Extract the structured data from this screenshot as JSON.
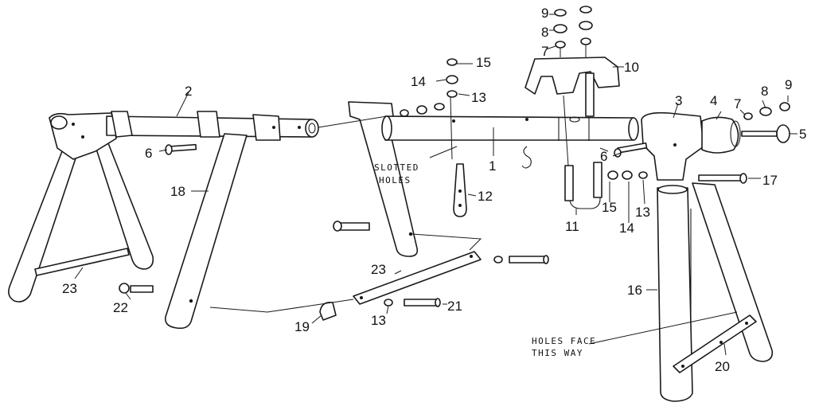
{
  "diagram": {
    "part_labels": {
      "p1": "1",
      "p2": "2",
      "p3": "3",
      "p4": "4",
      "p5": "5",
      "p6a": "6",
      "p6b": "6",
      "p7a": "7",
      "p7b": "7",
      "p8a": "8",
      "p8b": "8",
      "p9a": "9",
      "p9b": "9",
      "p10": "10",
      "p11": "11",
      "p12": "12",
      "p13a": "13",
      "p13b": "13",
      "p13c": "13",
      "p14a": "14",
      "p14b": "14",
      "p15a": "15",
      "p15b": "15",
      "p16": "16",
      "p17": "17",
      "p18": "18",
      "p19": "19",
      "p20": "20",
      "p21": "21",
      "p22": "22",
      "p23a": "23",
      "p23b": "23"
    },
    "notes": {
      "slotted_line1": "SLOTTED",
      "slotted_line2": "HOLES",
      "holes_line1": "HOLES FACE",
      "holes_line2": "THIS WAY"
    }
  }
}
